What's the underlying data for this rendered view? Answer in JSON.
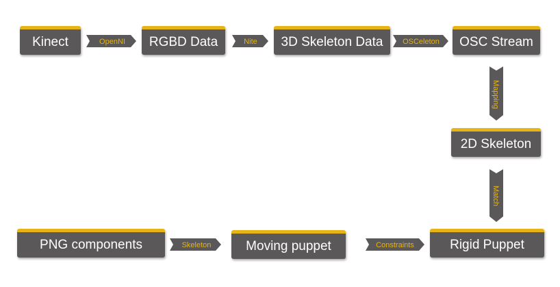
{
  "diagram": {
    "nodes": {
      "kinect": "Kinect",
      "rgbd": "RGBD Data",
      "skel3d": "3D Skeleton Data",
      "osc": "OSC Stream",
      "skel2d": "2D Skeleton",
      "png": "PNG components",
      "moving": "Moving puppet",
      "rigid": "Rigid Puppet"
    },
    "arrows": {
      "openni": "OpenNI",
      "nite": "Nite",
      "osceleton": "OSCeleton",
      "mapping": "Mapping",
      "match": "Match",
      "skeleton": "Skeleton",
      "constraints": "Constraints"
    },
    "colors": {
      "box": "#5a5858",
      "accent": "#e7b416",
      "text": "#ffffff"
    }
  }
}
